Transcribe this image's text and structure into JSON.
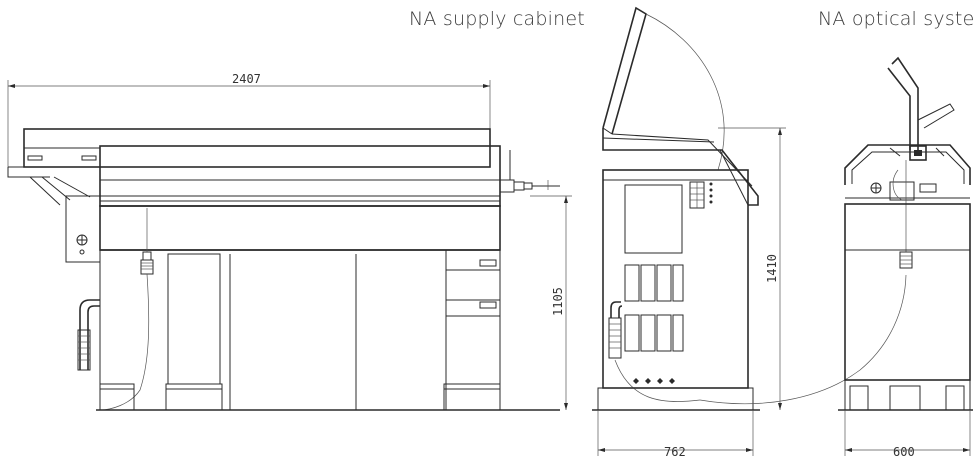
{
  "labels": {
    "supply_cabinet": "NA supply cabinet",
    "optical_system": "NA optical system"
  },
  "dimensions": {
    "overall_length": "2407",
    "working_height": "1105",
    "cabinet_height": "1410",
    "cabinet_depth": "762",
    "optical_depth": "600"
  }
}
